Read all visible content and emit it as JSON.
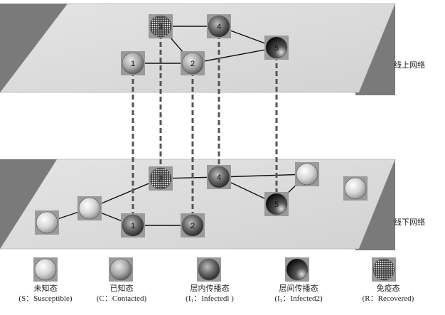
{
  "layers": {
    "online_label": "线上网络",
    "offline_label": "线下网络"
  },
  "online_nodes": [
    {
      "id": "1",
      "label": "1",
      "state": "contacted"
    },
    {
      "id": "2",
      "label": "2",
      "state": "contacted"
    },
    {
      "id": "3",
      "label": "3",
      "state": "recovered"
    },
    {
      "id": "4",
      "label": "4",
      "state": "infected1"
    },
    {
      "id": "5",
      "label": "5",
      "state": "infected2"
    }
  ],
  "offline_nodes": [
    {
      "id": "1",
      "label": "1",
      "state": "infected1"
    },
    {
      "id": "2",
      "label": "2",
      "state": "infected1"
    },
    {
      "id": "3",
      "label": "3",
      "state": "recovered"
    },
    {
      "id": "4",
      "label": "4",
      "state": "infected1"
    },
    {
      "id": "5",
      "label": "5",
      "state": "infected2"
    },
    {
      "id": "a",
      "label": "",
      "state": "susceptible"
    },
    {
      "id": "b",
      "label": "",
      "state": "susceptible"
    },
    {
      "id": "c",
      "label": "",
      "state": "susceptible"
    },
    {
      "id": "d",
      "label": "",
      "state": "susceptible"
    }
  ],
  "online_edges": [
    [
      "1",
      "2"
    ],
    [
      "2",
      "3"
    ],
    [
      "2",
      "5"
    ],
    [
      "3",
      "4"
    ],
    [
      "4",
      "5"
    ]
  ],
  "offline_edges": [
    [
      "a",
      "b"
    ],
    [
      "b",
      "3"
    ],
    [
      "b",
      "1"
    ],
    [
      "1",
      "2"
    ],
    [
      "3",
      "4"
    ],
    [
      "4",
      "c"
    ],
    [
      "4",
      "5"
    ],
    [
      "5",
      "c"
    ]
  ],
  "interlayer_links": [
    "1",
    "2",
    "3",
    "4",
    "5"
  ],
  "legend": [
    {
      "state": "susceptible",
      "cn": "未知态",
      "en": "(S：Susceptible)"
    },
    {
      "state": "contacted",
      "cn": "已知态",
      "en": "(C：Contacted)"
    },
    {
      "state": "infected1",
      "cn": "层内传播态",
      "en": "(I₁：Infectedl )"
    },
    {
      "state": "infected2",
      "cn": "层间传播态",
      "en": "(I₂：Infected2)"
    },
    {
      "state": "recovered",
      "cn": "免疫态",
      "en": "(R：Recovered)"
    }
  ]
}
